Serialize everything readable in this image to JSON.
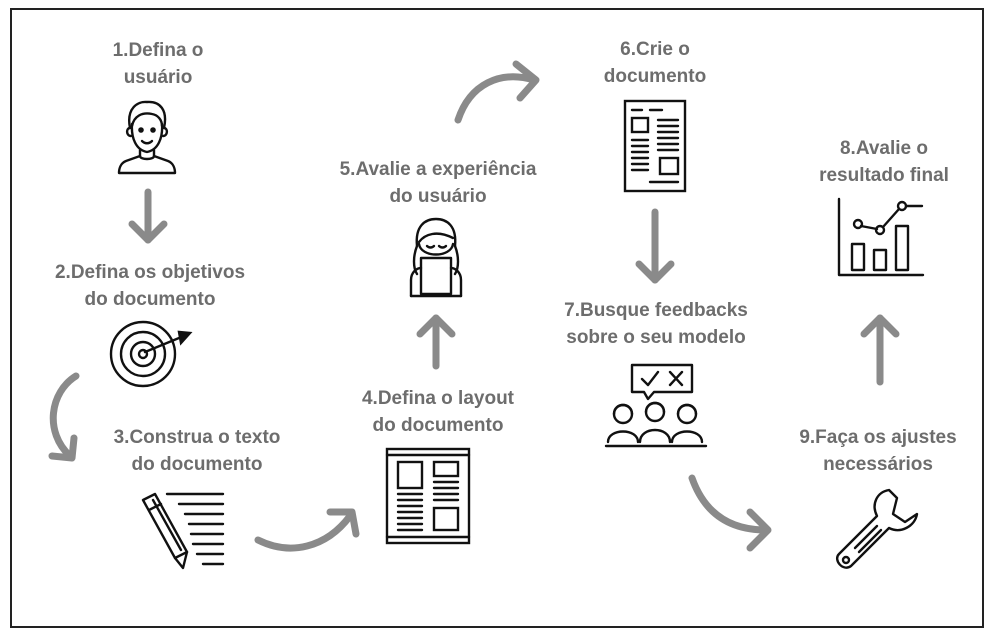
{
  "steps": [
    {
      "line1": "1.Defina o",
      "line2": "usuário",
      "icon": "user-icon"
    },
    {
      "line1": "2.Defina os objetivos",
      "line2": "do documento",
      "icon": "target-icon"
    },
    {
      "line1": "3.Construa o texto",
      "line2": "do documento",
      "icon": "pen-text-icon"
    },
    {
      "line1": "4.Defina o layout",
      "line2": "do documento",
      "icon": "layout-icon"
    },
    {
      "line1": "5.Avalie a experiência",
      "line2": "do usuário",
      "icon": "reader-icon"
    },
    {
      "line1": "6.Crie o",
      "line2": "documento",
      "icon": "document-icon"
    },
    {
      "line1": "7.Busque feedbacks",
      "line2": "sobre o seu modelo",
      "icon": "feedback-group-icon"
    },
    {
      "line1": "8.Avalie o",
      "line2": "resultado final",
      "icon": "chart-icon"
    },
    {
      "line1": "9.Faça os ajustes",
      "line2": "necessários",
      "icon": "wrench-icon"
    }
  ],
  "colors": {
    "text": "#6d6d6d",
    "arrow": "#8a8a8a",
    "icon": "#111111",
    "frame": "#222222"
  }
}
